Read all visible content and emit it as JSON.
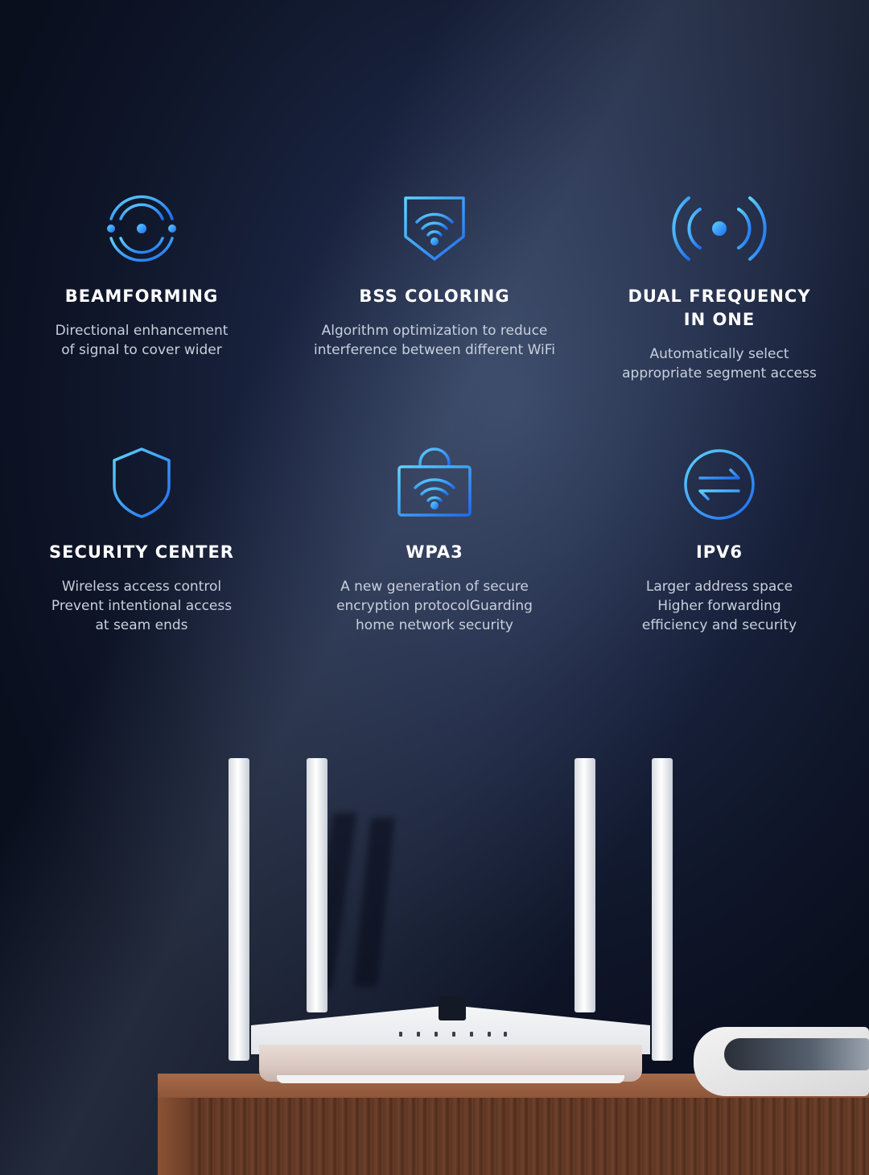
{
  "features": [
    {
      "icon": "beamforming-icon",
      "title": "BEAMFORMING",
      "description": "Directional enhancement\nof signal to cover wider"
    },
    {
      "icon": "wifi-shield-icon",
      "title": "BSS COLORING",
      "description": "Algorithm optimization to reduce\ninterference between different WiFi"
    },
    {
      "icon": "signal-broadcast-icon",
      "title": "DUAL FREQUENCY\nIN ONE",
      "description": "Automatically select\nappropriate segment access"
    },
    {
      "icon": "security-shield-plus-icon",
      "title": "SECURITY CENTER",
      "description": "Wireless access control\nPrevent intentional access\nat seam ends"
    },
    {
      "icon": "wifi-lock-icon",
      "title": "WPA3",
      "description": "A new generation of secure\nencryption protocolGuarding\nhome network security"
    },
    {
      "icon": "exchange-arrows-icon",
      "title": "IPV6",
      "description": "Larger address space\nHigher forwarding\nefficiency and security"
    }
  ],
  "colors": {
    "background": "#0f1629",
    "accent_light": "#4fc3f7",
    "accent_dark": "#1e6fe8",
    "title": "#ffffff",
    "description": "#c8d0dc"
  }
}
